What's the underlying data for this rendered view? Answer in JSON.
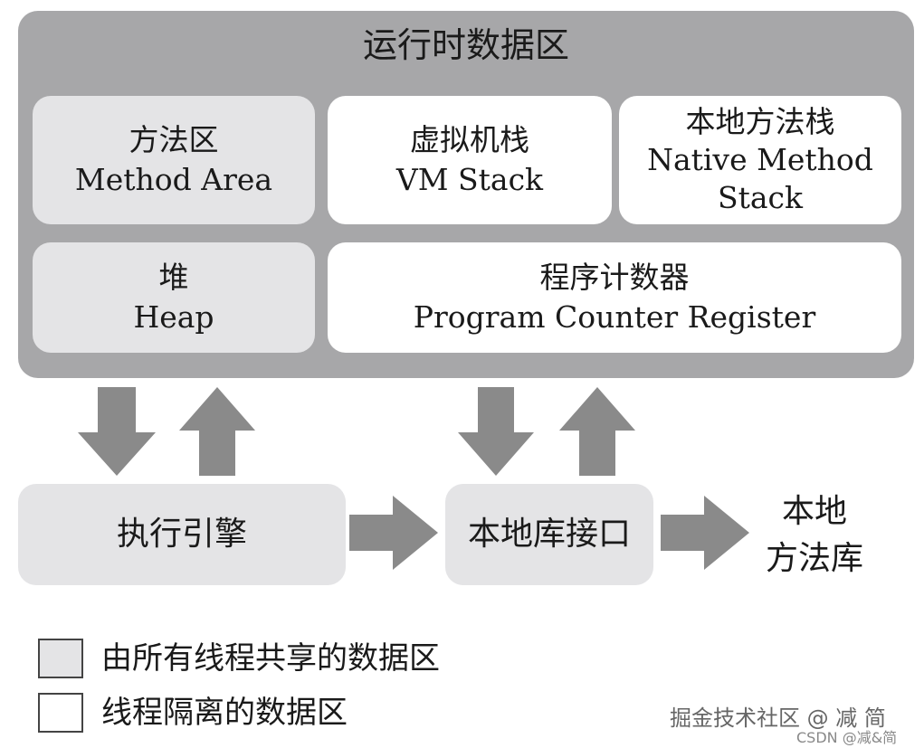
{
  "runtime_area": {
    "title": "运行时数据区"
  },
  "method_area": {
    "zh": "方法区",
    "en": "Method Area"
  },
  "vm_stack": {
    "zh": "虚拟机栈",
    "en": "VM Stack"
  },
  "native_stack": {
    "zh": "本地方法栈",
    "en1": "Native Method",
    "en2": "Stack"
  },
  "heap": {
    "zh": "堆",
    "en": "Heap"
  },
  "pc_register": {
    "zh": "程序计数器",
    "en": "Program Counter Register"
  },
  "execution_engine": {
    "label": "执行引擎"
  },
  "native_interface": {
    "label": "本地库接口"
  },
  "native_library": {
    "line1": "本地",
    "line2": "方法库"
  },
  "legend": [
    {
      "label": "由所有线程共享的数据区"
    },
    {
      "label": "线程隔离的数据区"
    }
  ],
  "watermark": {
    "main": "掘金技术社区 @ 减 简",
    "sub": "CSDN @减&简"
  },
  "colors": {
    "runtime_bg": "#a7a7a9",
    "shared": "#e4e4e6",
    "isolated": "#ffffff",
    "arrow": "#8a8a8a"
  },
  "icons": [
    "arrow-down-icon",
    "arrow-up-icon",
    "arrow-right-icon"
  ]
}
